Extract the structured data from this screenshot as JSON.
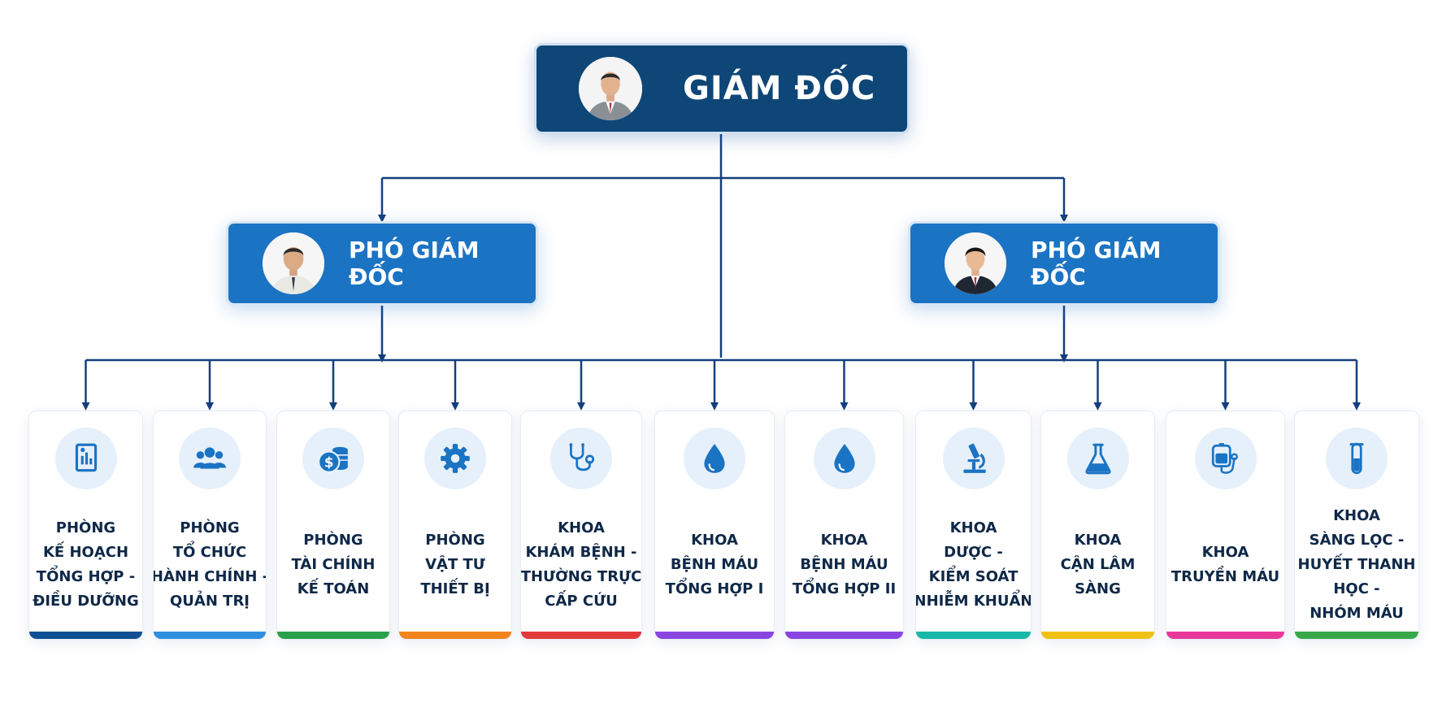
{
  "director": {
    "title": "GIÁM ĐỐC"
  },
  "deputies": [
    {
      "title": "PHÓ GIÁM ĐỐC"
    },
    {
      "title": "PHÓ GIÁM ĐỐC"
    }
  ],
  "departments": [
    {
      "lines": [
        "PHÒNG",
        "KẾ HOẠCH",
        "TỔNG HỢP -",
        "ĐIỀU DƯỠNG"
      ],
      "icon": "report-document-icon",
      "color": "#0f4f93"
    },
    {
      "lines": [
        "PHÒNG",
        "TỔ CHỨC",
        "HÀNH CHÍNH -",
        "QUẢN TRỊ"
      ],
      "icon": "people-group-icon",
      "color": "#2e8fe0"
    },
    {
      "lines": [
        "PHÒNG",
        "TÀI CHÍNH",
        "KẾ TOÁN"
      ],
      "icon": "money-coins-icon",
      "color": "#27a24a"
    },
    {
      "lines": [
        "PHÒNG",
        "VẬT TƯ",
        "THIẾT BỊ"
      ],
      "icon": "gear-icon",
      "color": "#f2841e"
    },
    {
      "lines": [
        "KHOA",
        "KHÁM BỆNH -",
        "THƯỜNG TRỰC",
        "CẤP CỨU"
      ],
      "icon": "stethoscope-icon",
      "color": "#e23a3a"
    },
    {
      "lines": [
        "KHOA",
        "BỆNH MÁU",
        "TỔNG HỢP I"
      ],
      "icon": "blood-drop-icon",
      "color": "#8a45e0"
    },
    {
      "lines": [
        "KHOA",
        "BỆNH MÁU",
        "TỔNG HỢP II"
      ],
      "icon": "blood-drop-icon",
      "color": "#8a45e0"
    },
    {
      "lines": [
        "KHOA",
        "DƯỢC -",
        "KIỂM SOÁT",
        "NHIỄM KHUẨN"
      ],
      "icon": "microscope-icon",
      "color": "#18b8a8"
    },
    {
      "lines": [
        "KHOA",
        "CẬN LÂM",
        "SÀNG"
      ],
      "icon": "flask-icon",
      "color": "#f0c015"
    },
    {
      "lines": [
        "KHOA",
        "TRUYỀN MÁU"
      ],
      "icon": "blood-bag-icon",
      "color": "#e8399a"
    },
    {
      "lines": [
        "KHOA",
        "SÀNG LỌC -",
        "HUYẾT THANH",
        "HỌC -",
        "NHÓM MÁU"
      ],
      "icon": "test-tube-icon",
      "color": "#36a84a"
    }
  ],
  "colors": {
    "line": "#143f7e",
    "director_bg": "#0e4677",
    "deputy_bg": "#1b73c3",
    "icon": "#1b73c3",
    "icon_bg": "#e6f0fb",
    "text": "#0f2847"
  }
}
